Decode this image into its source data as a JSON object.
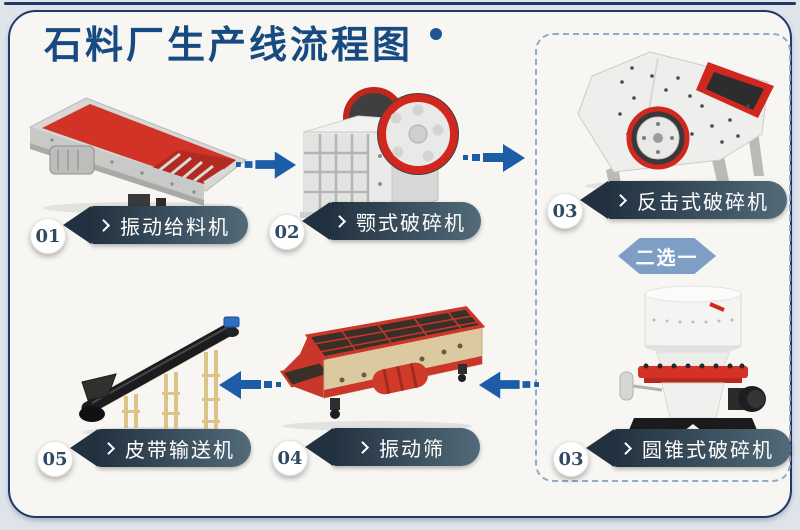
{
  "title": {
    "text": "石料厂生产线流程图"
  },
  "steps": [
    {
      "number": "01",
      "label": "振动给料机"
    },
    {
      "number": "02",
      "label": "颚式破碎机"
    },
    {
      "number": "03",
      "label": "反击式破碎机"
    },
    {
      "number": "04",
      "label": "振动筛"
    },
    {
      "number": "05",
      "label": "皮带输送机"
    },
    {
      "number": "03",
      "label": "圆锥式破碎机"
    }
  ],
  "choice_badge": {
    "label": "二选一"
  },
  "colors": {
    "title_blue": "#164a80",
    "arrow_blue": "#1d5ca6",
    "accent_red": "#d0281e",
    "banner_dark": "#223140",
    "banner_light": "#526a79",
    "hexagon_blue": "#7e9ec6",
    "frame_border": "#1f3a68",
    "dashed_border": "#92aac9",
    "paper": "#f7f6f3"
  }
}
